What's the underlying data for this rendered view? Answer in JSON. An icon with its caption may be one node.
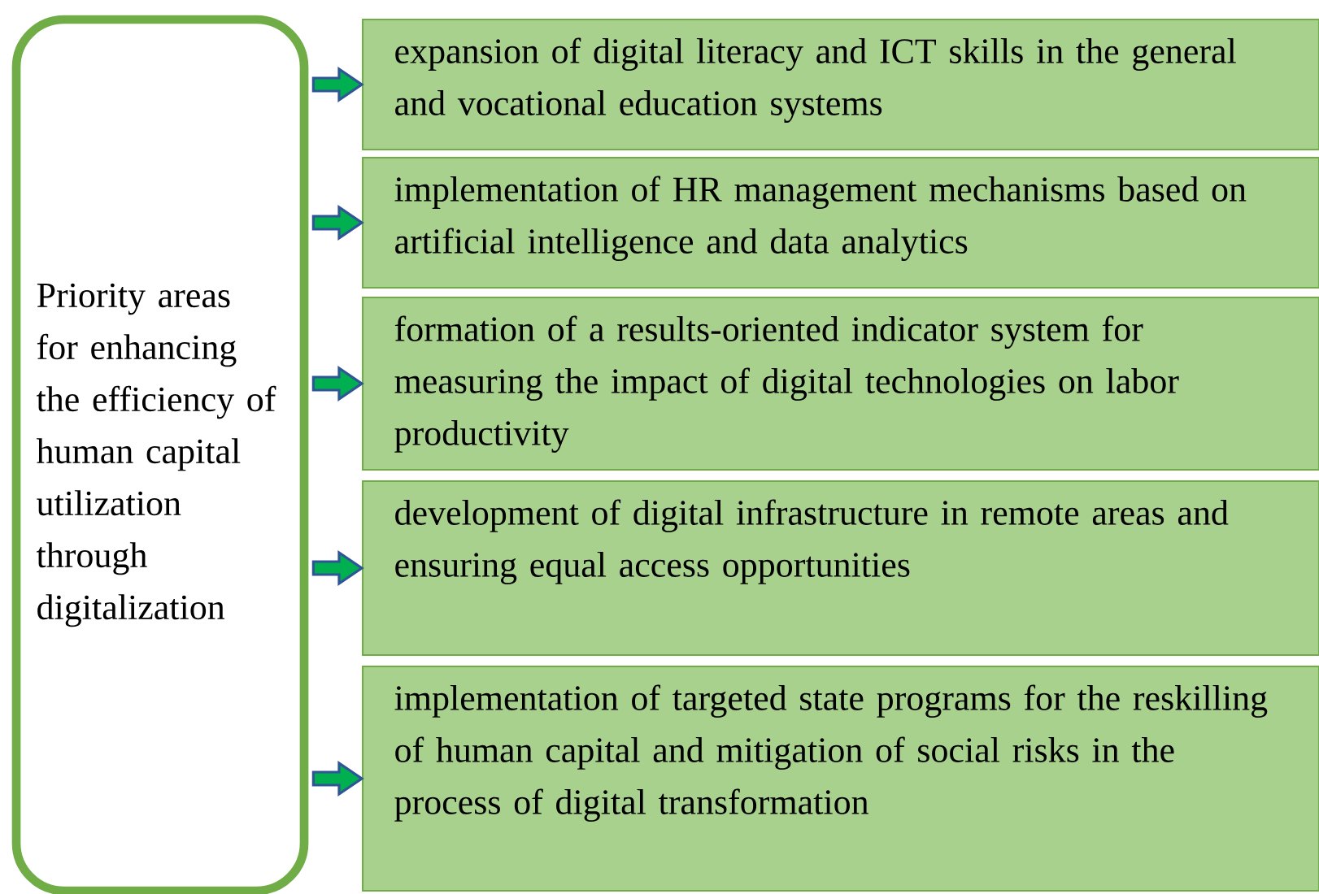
{
  "diagram": {
    "nodes": [
      {
        "text": [
          "Priority areas for enhancing the efficiency of human capital utilization through digitalization"
        ]
      },
      {
        "text": [
          "expansion of digital literacy and ICT skills in the general and vocational education systems"
        ]
      },
      {
        "text": [
          "implementation of HR management mechanisms based on artificial intelligence and data analytics"
        ]
      },
      {
        "text": [
          "formation of a results-oriented indicator system for measuring the impact of digital technologies on labor productivity"
        ]
      },
      {
        "text": [
          "development of digital infrastructure in remote areas and ensuring equal access opportunities"
        ]
      },
      {
        "text": [
          "implementation of targeted state programs for the reskilling of human capital and mitigation of social risks in the process of digital transformation"
        ]
      }
    ],
    "edges": [
      {
        "from": 0,
        "to": 1,
        "arrow": "to"
      },
      {
        "from": 0,
        "to": 2,
        "arrow": "to"
      },
      {
        "from": 0,
        "to": 3,
        "arrow": "to"
      },
      {
        "from": 0,
        "to": 4,
        "arrow": "to"
      },
      {
        "from": 0,
        "to": 5,
        "arrow": "to"
      }
    ]
  }
}
